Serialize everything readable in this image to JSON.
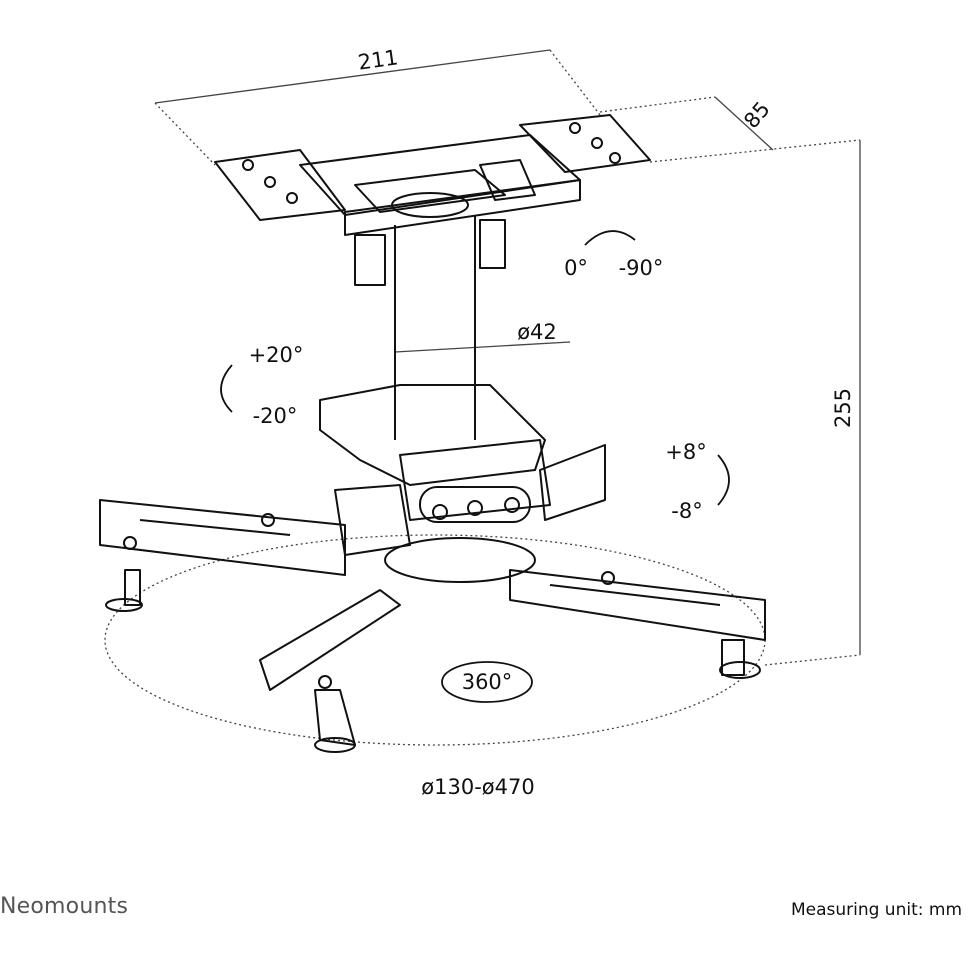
{
  "dimensions": {
    "width": "211",
    "depth": "85",
    "height": "255",
    "tube_diameter": "ø42",
    "span": "ø130-ø470"
  },
  "angles": {
    "swivel_min": "0°",
    "swivel_max": "-90°",
    "tilt_up": "+20°",
    "tilt_down": "-20°",
    "roll_up": "+8°",
    "roll_down": "-8°",
    "rotation": "360°"
  },
  "footer": {
    "brand": "Neomounts",
    "unit_note": "Measuring unit: mm"
  },
  "colors": {
    "line": "#111111",
    "dim_line": "#444444",
    "brand": "#555555"
  }
}
